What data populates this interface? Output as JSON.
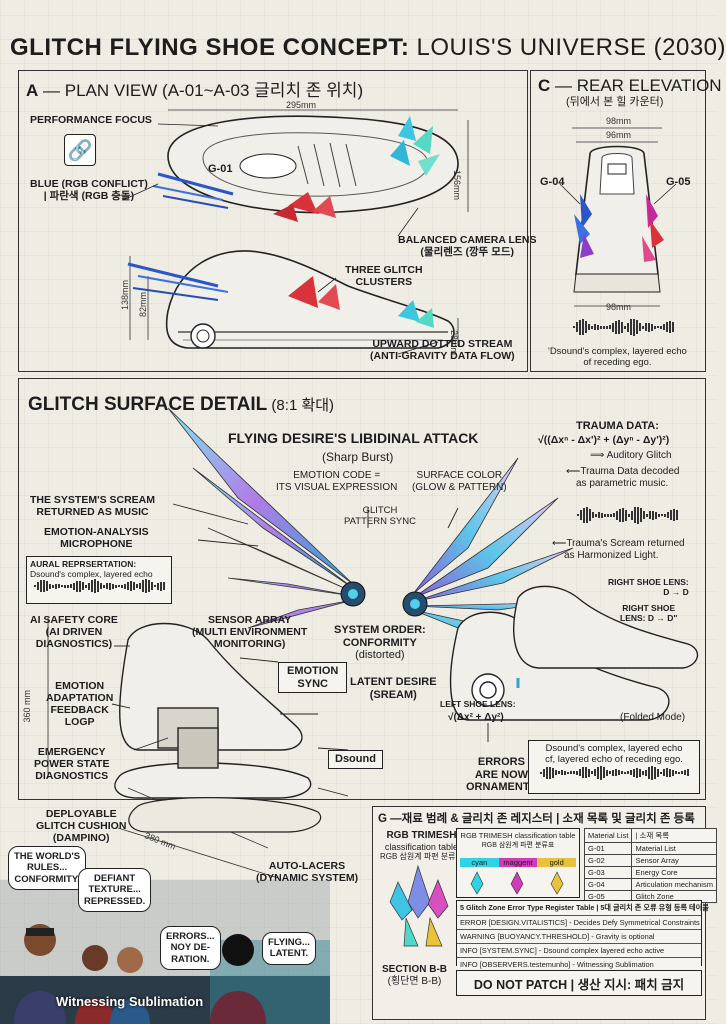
{
  "title": {
    "bold": "GLITCH FLYING SHOE CONCEPT:",
    "thin": "LOUIS'S UNIVERSE (2030)"
  },
  "plan": {
    "header": {
      "bold": "A",
      "text": " — PLAN VIEW (A-01~A-03 글리치 존 위치)"
    },
    "dim_top": "295mm",
    "dim_right": "156mm",
    "dim_side1": "138mm",
    "dim_side2": "82mm",
    "dim_sole": "28mm",
    "zone": "G-01",
    "performance_focus": "PERFORMANCE FOCUS",
    "blue_label": [
      "BLUE (RGB CONFLICT)",
      "| 파란색 (RGB 충돌)"
    ],
    "camera_lens": [
      "BALANCED CAMERA LENS",
      "(물리렌즈 (깡뚜 모드)"
    ],
    "three_glitch": [
      "THREE GLITCH",
      "CLUSTERS"
    ],
    "upward": [
      "UPWARD DOTTED STREAM",
      "(ANTI-GRAVITY DATA FLOW)"
    ]
  },
  "rear": {
    "header": {
      "bold": "C",
      "text": " — REAR ELEVATION"
    },
    "subheader": "(뒤에서 본 힐 카운터)",
    "dim1": "98mm",
    "dim2": "96mm",
    "dim3": "98mm",
    "zone_left": "G-04",
    "zone_right": "G-05",
    "note": [
      "'Dsound's complex, layered echo",
      "of receding ego."
    ]
  },
  "surface": {
    "header": {
      "bold": "GLITCH SURFACE DETAIL",
      "text": " (8:1 확대)"
    },
    "flying_title": "FLYING DESIRE'S LIBIDINAL ATTACK",
    "flying_sub": "(Sharp Burst)",
    "emotion_code": [
      "EMOTION CODE =",
      "ITS VISUAL EXPRESSION"
    ],
    "surface_color": [
      "SURFACE COLOR",
      "(GLOW & PATTERN)"
    ],
    "pattern_sync": [
      "GLITCH",
      "PATTERN SYNC"
    ],
    "trauma_title": "TRAUMA DATA:",
    "trauma_formula": "√((Δxⁿ - Δx')² + (Δyⁿ - Δy')²)",
    "auditory": "⟹ Auditory Glitch",
    "trauma_decoded": [
      "⟵Trauma Data decoded",
      "as parametric music."
    ],
    "trauma_scream": [
      "⟵Trauma's Scream returned",
      "as Harmonized Light."
    ],
    "system_scream": [
      "THE SYSTEM'S SCREAM",
      "RETURNED AS MUSIC"
    ],
    "emotion_mic": [
      "EMOTION-ANALYSIS",
      "MICROPHONE"
    ],
    "aural_title": "AURAL REPRSERTATION:",
    "aural_text": "Dsound's complex, layered echo",
    "ai_core": [
      "AI SAFETY CORE",
      "(AI DRIVEN",
      "DIAGNOSTICS)"
    ],
    "sensor_array": [
      "SENSOR ARRAY",
      "(MULTI ENVIRONMENT",
      "MONITORING)"
    ],
    "system_order": [
      "SYSTEM ORDER:",
      "CONFORMITY",
      "(distorted)"
    ],
    "emotion_sync": [
      "EMOTION",
      "SYNC"
    ],
    "latent_desire": [
      "LATENT DESIRE",
      "(SREAM)"
    ],
    "emotion_adapt": [
      "EMOTION",
      "ADAPTATION",
      "FEEDBACK",
      "LOGP"
    ],
    "emergency": [
      "EMERGENCY",
      "POWER STATE",
      "DIAGNOSTICS"
    ],
    "deployable": [
      "DEPLOYABLE",
      "GLITCH CUSHION",
      "(DAMPINO)"
    ],
    "dsound": "Dsound",
    "errors": [
      "ERRORS",
      "ARE NOW",
      "ORNAMENTS"
    ],
    "auto_lacers": [
      "AUTO-LACERS",
      "(DYNAMIC SYSTEM)"
    ],
    "dim_v": "360 mm",
    "dim_diag": "380 mm",
    "right_lens": [
      "RIGHT SHOE LENS:",
      "D → D"
    ],
    "right_lens2": [
      "RIGHT SHOE",
      "LENS: D → D\""
    ],
    "left_lens": "LEFT SHOE LENS:",
    "left_formula": "√(Δx² + Δy²)",
    "folded": "(Folded Mode)",
    "echo_note": [
      "Dsound's complex, layered echo",
      "cf, layered echo of receding ego."
    ]
  },
  "material": {
    "header": "G —재료 범례 & 글리치 존 레지스터 | 소재 목록 및 글리치 존 등록",
    "rgb_title": [
      "RGB TRIMESH",
      "classification table",
      "RGB 삼원계 파편 분류표"
    ],
    "rgb_table_title": [
      "RGB TRIMESH classification table",
      "RGB 삼원계 파편 분류표"
    ],
    "swatches": [
      {
        "label": "cyan",
        "color": "#2fd3e6"
      },
      {
        "label": "maggent",
        "color": "#d13bb9"
      },
      {
        "label": "gold",
        "color": "#e9c23c"
      }
    ],
    "list_header": [
      "Material List",
      "| 소재 목록"
    ],
    "list": [
      {
        "code": "G-01",
        "name": "Material List"
      },
      {
        "code": "G-02",
        "name": "Sensor Array"
      },
      {
        "code": "G-03",
        "name": "Energy Core"
      },
      {
        "code": "G-04",
        "name": "Articulation mechanism"
      },
      {
        "code": "G-05",
        "name": "Glitch Zone"
      }
    ],
    "register_title": "5 Glitch Zone Error Type Register Table | 5대 글리치 존 오류 유형 등록 테이블",
    "register": [
      "ERROR [DESIGN.VITALISTICS] - Decides Defy Symmetrical Constraints",
      "WARNING [BUOYANCY.THRESHOLD] - Gravity is optional",
      "INFO [SYSTEM.SYNC] - Dsound complex layered echo active",
      "INFO [OBSERVERS.testemunho] - Witnessing Sublimation"
    ],
    "section_bb": [
      "SECTION B-B",
      "(횡단면 B-B)"
    ],
    "do_not_patch": "DO NOT PATCH | 생산 지시: 패치 금지"
  },
  "comic": {
    "bubble1": [
      "THE WORLD'S",
      "RULES...",
      "CONFORMITY."
    ],
    "bubble2": [
      "DEFIANT",
      "TEXTURE...",
      "REPRESSED."
    ],
    "bubble3": [
      "ERRORS...",
      "NOY DE-",
      "RATION."
    ],
    "bubble4": [
      "FLYING...",
      "LATENT."
    ],
    "caption": "Witnessing Sublimation"
  }
}
